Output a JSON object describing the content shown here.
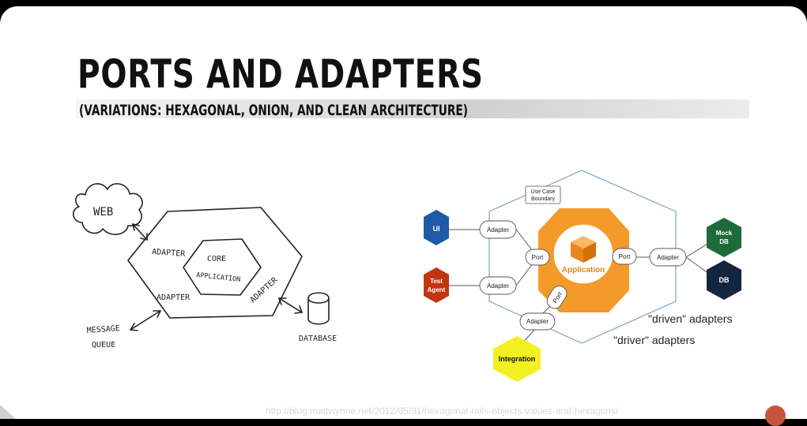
{
  "slide": {
    "title": "PORTS AND ADAPTERS",
    "subtitle": "(VARIATIONS: HEXAGONAL, ONION, AND CLEAN ARCHITECTURE)",
    "footer_url": "http://blog.mattwynne.net/2012/05/31/hexagonal-rails-objects-values-and-hexagons/"
  },
  "sketch": {
    "web": "WEB",
    "core_line1": "CORE",
    "core_line2": "APPLICATION",
    "adapter_top": "ADAPTER",
    "adapter_bottom": "ADAPTER",
    "adapter_right": "ADAPTER",
    "queue_line1": "MESSAGE",
    "queue_line2": "QUEUE",
    "database": "DATABASE"
  },
  "diagram": {
    "use_case_line1": "Use Case",
    "use_case_line2": "Boundary",
    "ui": "UI",
    "test_agent_line1": "Test",
    "test_agent_line2": "Agent",
    "adapter_ui": "Adapter",
    "adapter_test": "Adapter",
    "adapter_integration": "Adapter",
    "adapter_db": "Adapter",
    "port_left": "Port",
    "port_right": "Port",
    "port_bottom": "Port",
    "application": "Application",
    "mock_db_line1": "Mock",
    "mock_db_line2": "DB",
    "db": "DB",
    "integration": "Integration",
    "driven_label": "\"driven\" adapters",
    "driver_label": "\"driver\" adapters"
  },
  "colors": {
    "ui_blue": "#1f5aa6",
    "test_red": "#c23513",
    "app_orange": "#f39a2b",
    "mock_green": "#1e6b3a",
    "db_navy": "#14253f",
    "integration_yellow": "#f3f022",
    "boundary_blue": "#7aa3c2"
  }
}
